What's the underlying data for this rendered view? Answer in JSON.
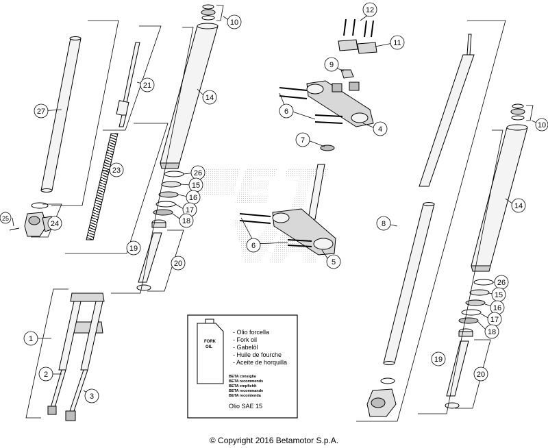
{
  "copyright": "© Copyright 2016 Betamotor S.p.A.",
  "oil_box": {
    "can_label": [
      "FORK",
      "OIL"
    ],
    "lines": [
      "- Olio forcella",
      "- Fork oil",
      "- Gabelöl",
      "- Huile de fourche",
      "- Aceite de horquilla"
    ],
    "recommend": [
      "BETA consiglia",
      "BETA recommends",
      "BETA empfiehlt",
      "BETA recommande",
      "BETA recomienda"
    ],
    "grade": "Olio SAE 15"
  },
  "callouts": [
    "1",
    "2",
    "3",
    "4",
    "5",
    "6",
    "6",
    "7",
    "8",
    "9",
    "10",
    "10",
    "11",
    "12",
    "14",
    "14",
    "15",
    "15",
    "16",
    "16",
    "17",
    "17",
    "18",
    "18",
    "19",
    "19",
    "20",
    "20",
    "21",
    "23",
    "24",
    "25",
    "26",
    "26",
    "27"
  ],
  "colors": {
    "ink": "#000000",
    "part_fill": "#f4f4f4",
    "part_shade": "#cfcfcf",
    "watermark": "#c8c8c8"
  }
}
